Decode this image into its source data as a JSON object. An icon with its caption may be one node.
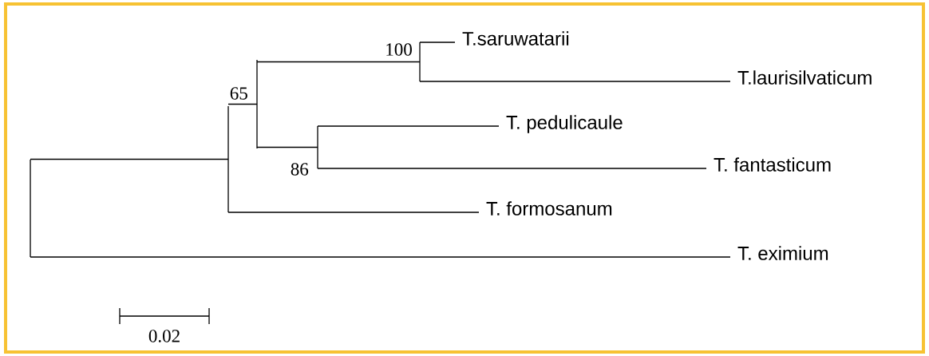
{
  "diagram": {
    "nodes": [
      {
        "text": [],
        "shape": "bar"
      },
      {
        "text": [],
        "shape": "bar",
        "beside": [
          "65"
        ]
      },
      {
        "text": [],
        "shape": "bar"
      },
      {
        "text": [],
        "shape": "bar",
        "beside": [
          "100"
        ]
      },
      {
        "text": [
          "T.saruwatarii"
        ]
      },
      {
        "text": [
          "T.laurisilvaticum"
        ]
      },
      {
        "text": [],
        "shape": "bar",
        "beside": [
          "86"
        ]
      },
      {
        "text": [
          "T. pedulicaule"
        ]
      },
      {
        "text": [
          "T. fantasticum"
        ]
      },
      {
        "text": [
          "T. formosanum"
        ]
      },
      {
        "text": [
          "T. eximium"
        ]
      }
    ],
    "edges": [
      {
        "from": 0,
        "to": 1,
        "arrow": "none"
      },
      {
        "from": 0,
        "to": 10,
        "arrow": "none"
      },
      {
        "from": 1,
        "to": 2,
        "arrow": "none"
      },
      {
        "from": 1,
        "to": 9,
        "arrow": "none"
      },
      {
        "from": 2,
        "to": 3,
        "arrow": "none"
      },
      {
        "from": 2,
        "to": 6,
        "arrow": "none"
      },
      {
        "from": 3,
        "to": 4,
        "arrow": "none"
      },
      {
        "from": 3,
        "to": 5,
        "arrow": "none"
      },
      {
        "from": 6,
        "to": 7,
        "arrow": "none"
      },
      {
        "from": 6,
        "to": 8,
        "arrow": "none"
      }
    ],
    "labels": [
      "0.02"
    ]
  }
}
